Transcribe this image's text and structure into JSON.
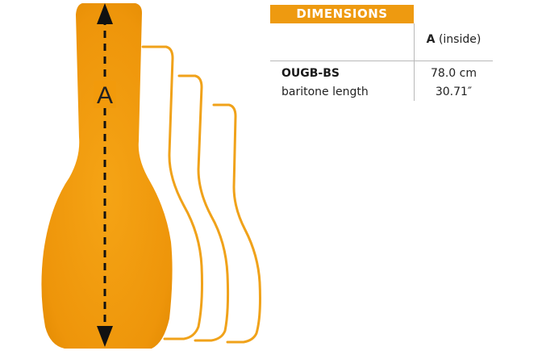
{
  "colors": {
    "accent": "#ee9a10",
    "case_fill": "#f29a0b",
    "outline": "#f0a21a",
    "arrow": "#111111"
  },
  "diagram": {
    "dimension_label": "A"
  },
  "table": {
    "header": "DIMENSIONS",
    "column_letter": "A",
    "column_note": "(inside)",
    "rows": [
      {
        "name": "OUGB-BS",
        "subtitle": "baritone length",
        "value_cm": "78.0 cm",
        "value_in": "30.71″"
      }
    ]
  }
}
